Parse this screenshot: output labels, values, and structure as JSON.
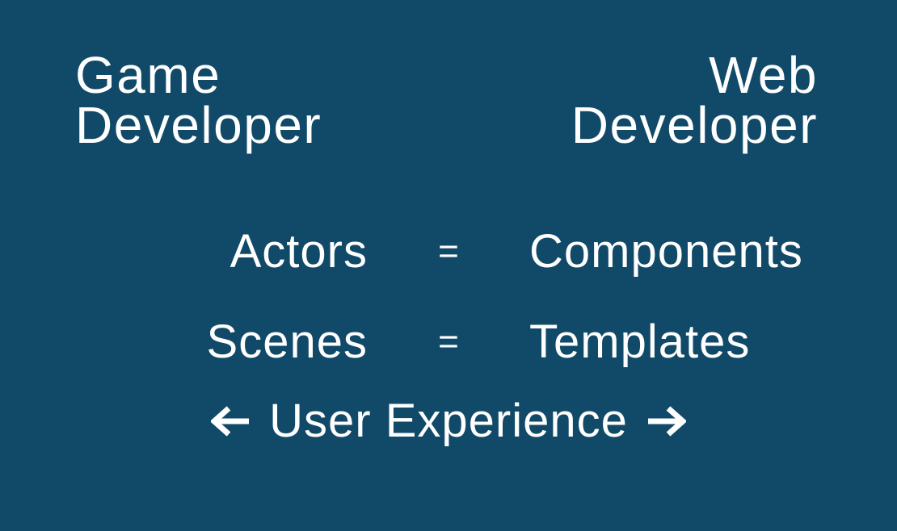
{
  "slide": {
    "background_color": "#114a68",
    "text_color": "#ffffff"
  },
  "header": {
    "left_title": {
      "line1": "Game",
      "line2": "Developer"
    },
    "right_title": {
      "line1": "Web",
      "line2": "Developer"
    }
  },
  "equations": [
    {
      "left": "Actors",
      "operator": "=",
      "right": "Components"
    },
    {
      "left": "Scenes",
      "operator": "=",
      "right": "Templates"
    }
  ],
  "footer": {
    "left_arrow_icon": "left-arrow",
    "label": "User Experience",
    "right_arrow_icon": "right-arrow"
  }
}
